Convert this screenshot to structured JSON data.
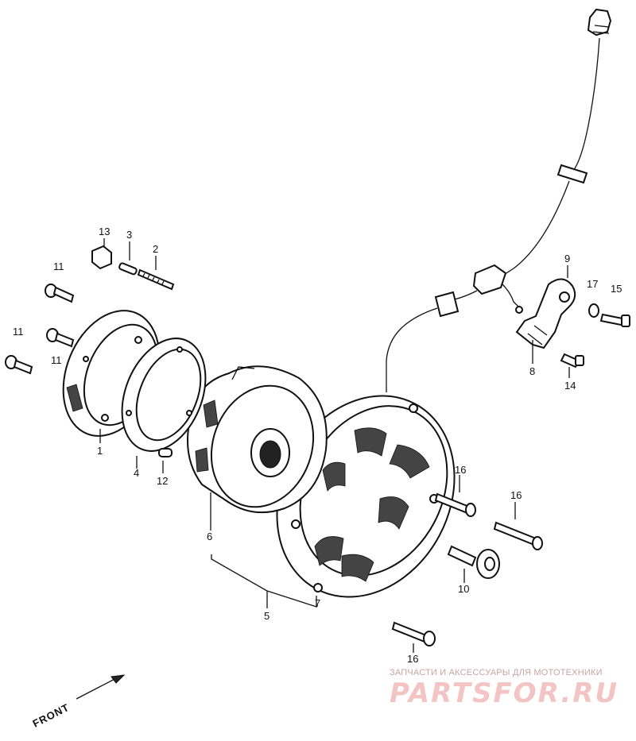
{
  "callouts": {
    "c1": "1",
    "c2": "2",
    "c3": "3",
    "c4": "4",
    "c5": "5",
    "c6": "6",
    "c7": "7",
    "c8": "8",
    "c9": "9",
    "c10": "10",
    "c11a": "11",
    "c11b": "11",
    "c11c": "11",
    "c12": "12",
    "c13": "13",
    "c14": "14",
    "c15": "15",
    "c16a": "16",
    "c16b": "16",
    "c16c": "16",
    "c17": "17"
  },
  "front_label": "FRONT",
  "watermark": {
    "tagline": "ЗАПЧАСТИ И АКСЕССУАРЫ ДЛЯ МОТОТЕХНИКИ",
    "logo": "PARTSFOR.RU"
  }
}
